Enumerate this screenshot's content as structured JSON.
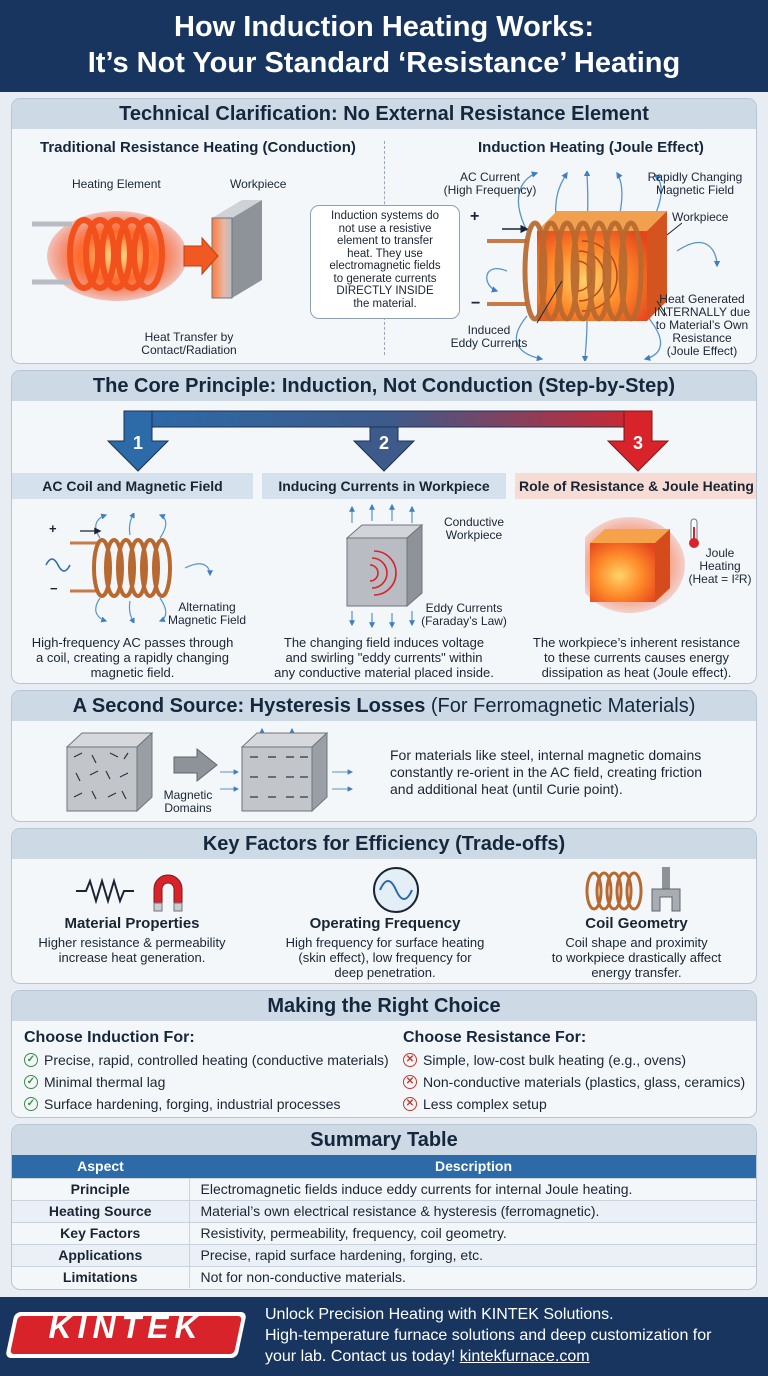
{
  "header": {
    "title_line1": "How Induction Heating Works:",
    "title_line2": "It’s Not Your Standard ‘Resistance’ Heating"
  },
  "clarification": {
    "title": "Technical Clarification: No External Resistance Element",
    "left_heading": "Traditional Resistance Heating (Conduction)",
    "heating_element": "Heating Element",
    "workpiece": "Workpiece",
    "heat_transfer_1": "Heat Transfer by",
    "heat_transfer_2": "Contact/Radiation",
    "note": [
      "Induction systems do",
      "not use a resistive",
      "element to transfer",
      "heat. They use",
      "electromagnetic fields",
      "to generate currents",
      "DIRECTLY INSIDE",
      "the material."
    ],
    "right_heading": "Induction Heating (Joule Effect)",
    "ac_current_1": "AC Current",
    "ac_current_2": "(High Frequency)",
    "plus": "+",
    "minus": "−",
    "field_1": "Rapidly Changing",
    "field_2": "Magnetic Field",
    "workpiece_right": "Workpiece",
    "eddy_1": "Induced",
    "eddy_2": "Eddy Currents",
    "heat_gen": [
      "Heat Generated",
      "INTERNALLY due",
      "to Material’s Own",
      "Resistance",
      "(Joule Effect)"
    ]
  },
  "core": {
    "title": "The Core Principle: Induction, Not Conduction (Step-by-Step)",
    "steps": [
      {
        "num": "1",
        "title": "AC Coil and Magnetic Field",
        "plus": "+",
        "minus": "−",
        "label_1": "Alternating",
        "label_2": "Magnetic Field",
        "desc": [
          "High-frequency AC passes through",
          "a coil, creating a rapidly changing",
          "magnetic field."
        ]
      },
      {
        "num": "2",
        "title": "Inducing Currents in Workpiece",
        "label_a1": "Conductive",
        "label_a2": "Workpiece",
        "label_b1": "Eddy Currents",
        "label_b2": "(Faraday’s Law)",
        "desc": [
          "The changing field induces voltage",
          "and swirling \"eddy currents\" within",
          "any conductive material placed inside."
        ]
      },
      {
        "num": "3",
        "title": "Role of Resistance & Joule Heating",
        "label_1": "Joule",
        "label_2": "Heating",
        "label_3": "(Heat = I²R)",
        "desc": [
          "The workpiece’s inherent resistance",
          "to these currents causes energy",
          "dissipation as heat (Joule effect)."
        ]
      }
    ]
  },
  "hysteresis": {
    "title_main": "A Second Source: Hysteresis Losses",
    "title_paren": " (For Ferromagnetic Materials)",
    "domains_1": "Magnetic",
    "domains_2": "Domains",
    "desc": [
      "For materials like steel, internal magnetic domains",
      "constantly re-orient in the AC field, creating friction",
      "and additional heat (until Curie point)."
    ]
  },
  "factors": {
    "title": "Key Factors for Efficiency (Trade-offs)",
    "items": [
      {
        "title": "Material Properties",
        "desc": [
          "Higher resistance & permeability",
          "increase heat generation."
        ]
      },
      {
        "title": "Operating Frequency",
        "desc": [
          "High frequency for surface heating",
          "(skin effect), low frequency for",
          "deep penetration."
        ]
      },
      {
        "title": "Coil Geometry",
        "desc": [
          "Coil shape and proximity",
          "to workpiece drastically affect",
          "energy transfer."
        ]
      }
    ]
  },
  "choice": {
    "title": "Making the Right Choice",
    "induction_heading": "Choose Induction For:",
    "induction_items": [
      "Precise, rapid, controlled heating (conductive materials)",
      "Minimal thermal lag",
      "Surface hardening, forging, industrial processes"
    ],
    "resistance_heading": "Choose Resistance For:",
    "resistance_items": [
      "Simple, low-cost bulk heating (e.g., ovens)",
      "Non-conductive materials (plastics, glass, ceramics)",
      "Less complex setup"
    ]
  },
  "summary": {
    "title": "Summary Table",
    "col_aspect": "Aspect",
    "col_desc": "Description",
    "rows": [
      {
        "aspect": "Principle",
        "desc": "Electromagnetic fields induce eddy currents for internal Joule heating."
      },
      {
        "aspect": "Heating Source",
        "desc": "Material’s own electrical resistance & hysteresis (ferromagnetic)."
      },
      {
        "aspect": "Key Factors",
        "desc": "Resistivity, permeability, frequency, coil geometry."
      },
      {
        "aspect": "Applications",
        "desc": "Precise, rapid surface hardening, forging, etc."
      },
      {
        "aspect": "Limitations",
        "desc": "Not for non-conductive materials."
      }
    ]
  },
  "footer": {
    "logo": "KINTEK",
    "line1": "Unlock Precision Heating with KINTEK Solutions.",
    "line2": "High-temperature furnace solutions and deep customization for",
    "line3_prefix": "your lab. Contact us today! ",
    "link": "kintekfurnace.com"
  },
  "colors": {
    "navy": "#17355e",
    "accent_blue": "#2c6aa8",
    "heat_red": "#d8232a",
    "copper": "#c77a45"
  }
}
